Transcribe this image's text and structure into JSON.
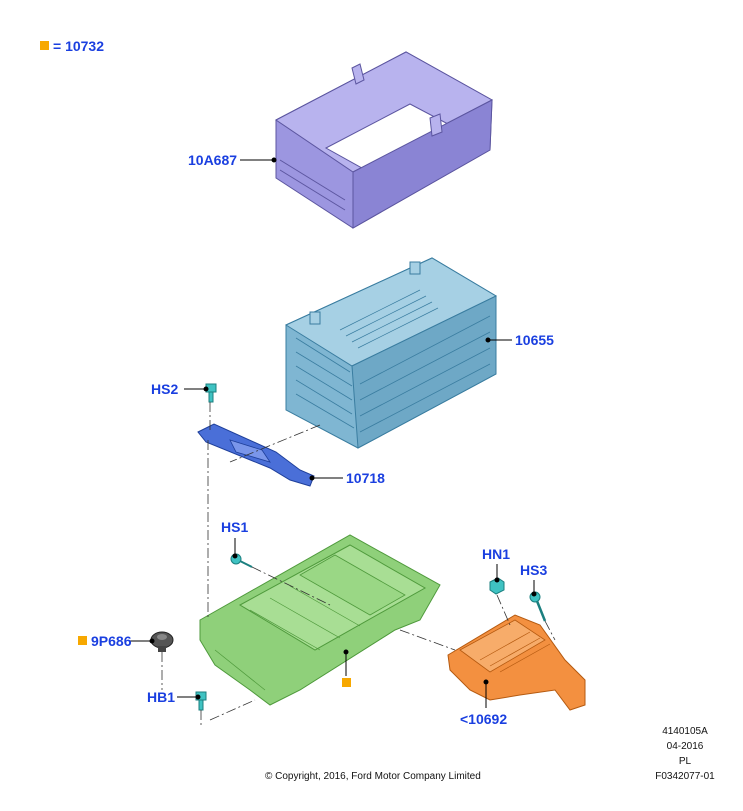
{
  "legend": {
    "symbol": "orange-square-icon",
    "text": "= 10732",
    "symbol_color": "#f7a800"
  },
  "labels": {
    "cover": "10A687",
    "battery": "10655",
    "hs2": "HS2",
    "clamp": "10718",
    "hs1": "HS1",
    "hn1": "HN1",
    "hs3": "HS3",
    "grommet": "9P686",
    "hb1": "HB1",
    "bracket": "<10692"
  },
  "footer": {
    "copyright": "© Copyright, 2016, Ford Motor Company Limited",
    "code": "4140105A",
    "date": "04-2016",
    "region": "PL",
    "figure": "F0342077-01"
  },
  "colors": {
    "label_text": "#1a3fe0",
    "cover": "#9c96e0",
    "battery": "#7fb6d2",
    "clamp": "#4a6fd8",
    "tray": "#8fd07a",
    "bracket": "#f39040",
    "fasteners": "#3fc2c2",
    "grommet": "#555555",
    "marker": "#f7a800"
  }
}
